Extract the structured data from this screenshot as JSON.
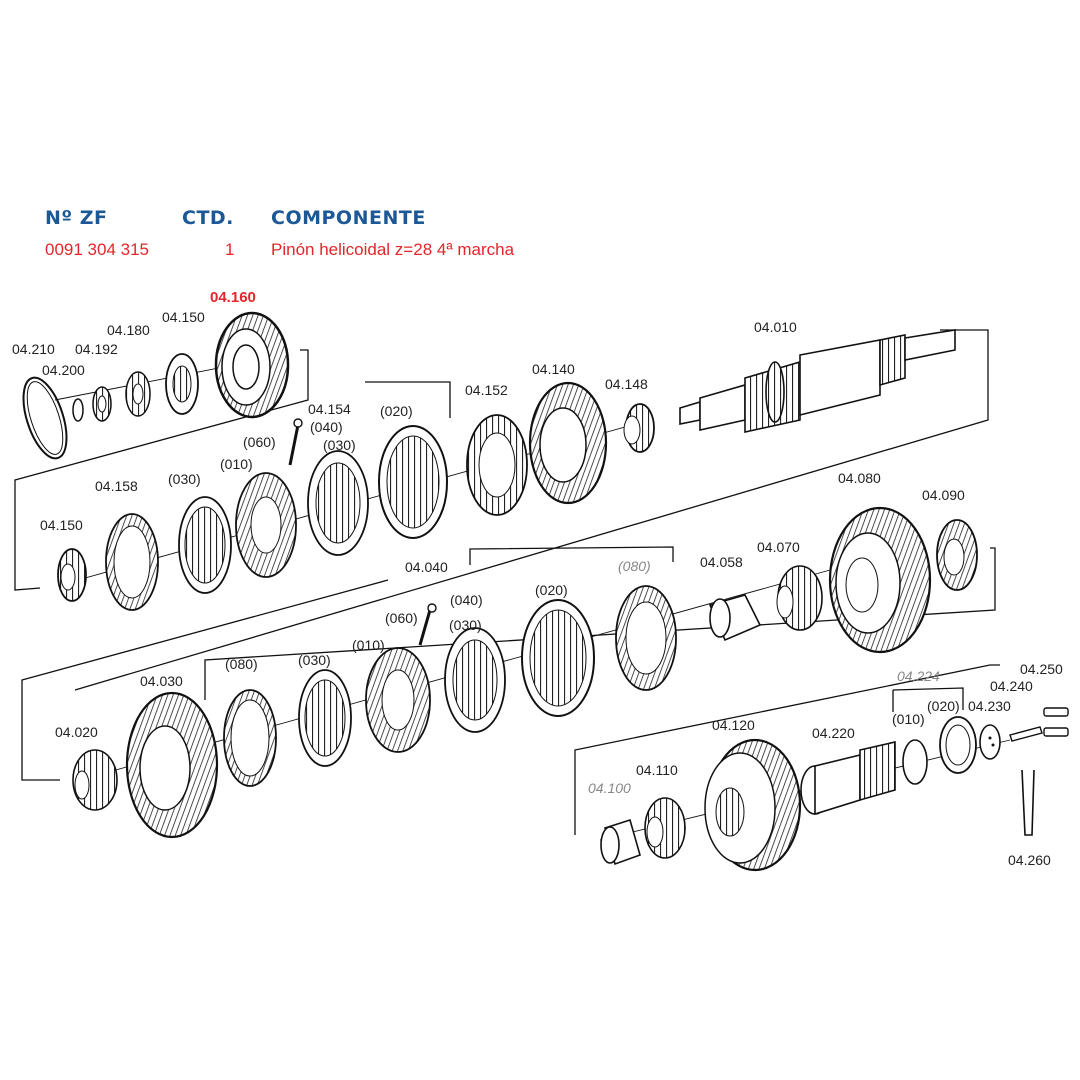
{
  "table": {
    "headers": {
      "code": "Nº ZF",
      "qty": "CTD.",
      "component": "COMPONENTE"
    },
    "row": {
      "code": "0091 304 315",
      "qty": "1",
      "component": "Pinón helicoidal z=28 4ª marcha"
    },
    "colors": {
      "header": "#1c5796",
      "row": "#e3262b"
    }
  },
  "callouts": {
    "c160": "04.160",
    "c210": "04.210",
    "c200": "04.200",
    "c192": "04.192",
    "c180": "04.180",
    "c150a": "04.150",
    "c154": "04.154",
    "c152": "04.152",
    "c140": "04.140",
    "c148": "04.148",
    "c010": "04.010",
    "c158": "04.158",
    "c150b": "04.150",
    "c040": "04.040",
    "c058": "04.058",
    "c070": "04.070",
    "c080": "04.080",
    "c090": "04.090",
    "c030": "04.030",
    "c020": "04.020",
    "c224": "04.224",
    "c250": "04.250",
    "c240": "04.240",
    "c230": "04.230",
    "c220": "04.220",
    "c120": "04.120",
    "c110": "04.110",
    "c100": "04.100",
    "c260": "04.260",
    "s1_020": "(020)",
    "s1_040": "(040)",
    "s1_030a": "(030)",
    "s1_060": "(060)",
    "s1_010": "(010)",
    "s1_030b": "(030)",
    "s2_080i": "(080)",
    "s2_020": "(020)",
    "s2_040": "(040)",
    "s2_060": "(060)",
    "s2_030a": "(030)",
    "s2_010": "(010)",
    "s2_080": "(080)",
    "s2_030b": "(030)",
    "s3_010": "(010)",
    "s3_020": "(020)"
  },
  "highlight_color": "#e3262b"
}
